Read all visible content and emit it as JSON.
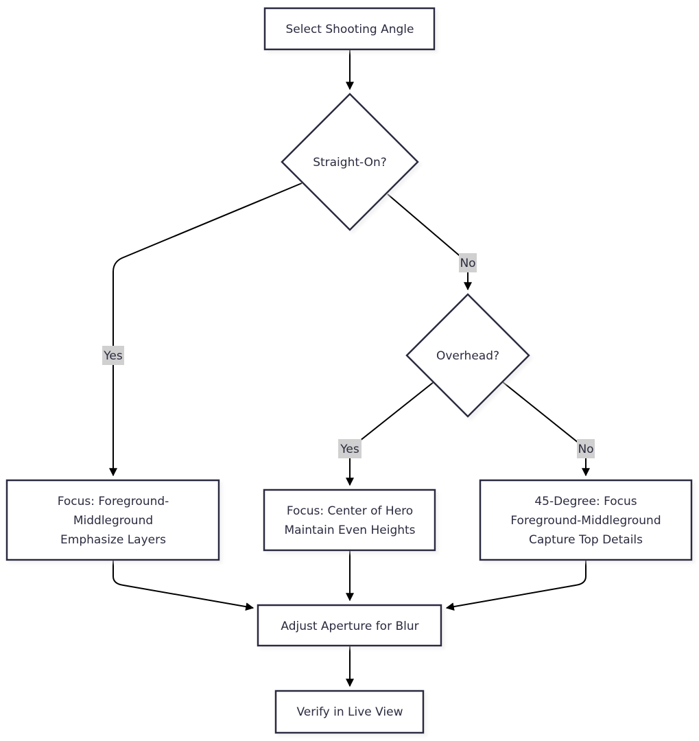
{
  "diagram": {
    "nodes": {
      "select_angle": {
        "label": "Select Shooting Angle"
      },
      "straight_on": {
        "label": "Straight-On?"
      },
      "overhead": {
        "label": "Overhead?"
      },
      "focus_layers": {
        "lines": [
          "Focus: Foreground-",
          "Middleground",
          "Emphasize Layers"
        ]
      },
      "focus_center": {
        "lines": [
          "Focus: Center of Hero",
          "Maintain Even Heights"
        ]
      },
      "focus_45": {
        "lines": [
          "45-Degree: Focus",
          "Foreground-Middleground",
          "Capture Top Details"
        ]
      },
      "adjust_aperture": {
        "label": "Adjust Aperture for Blur"
      },
      "verify_live": {
        "label": "Verify in Live View"
      }
    },
    "edge_labels": {
      "straight_yes": "Yes",
      "straight_no": "No",
      "overhead_yes": "Yes",
      "overhead_no": "No"
    },
    "colors": {
      "node_stroke": "#2b2b40",
      "node_fill": "#ffffff",
      "edge": "#000000",
      "label_bg": "#d0d0d0",
      "text": "#2b2b40"
    }
  }
}
